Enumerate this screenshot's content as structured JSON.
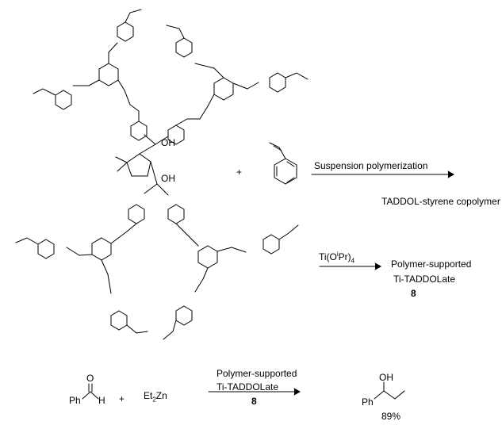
{
  "reaction1": {
    "plus": "+",
    "condition": "Suspension polymerization",
    "product": "TADDOL-styrene copolymer"
  },
  "molecule_labels": {
    "oh_top": "OH",
    "oh_bottom": "OH"
  },
  "reaction2": {
    "reagent_main": "Ti(O",
    "reagent_sup": "i",
    "reagent_tail": "Pr)",
    "reagent_sub": "4",
    "product_line1": "Polymer-supported",
    "product_line2": "Ti-TADDOLate",
    "compound_number": "8"
  },
  "reaction3": {
    "benzaldehyde_ph": "Ph",
    "benzaldehyde_h": "H",
    "benzaldehyde_o": "O",
    "plus": "+",
    "diethylzinc_main": "Et",
    "diethylzinc_sub": "2",
    "diethylzinc_tail": "Zn",
    "catalyst_line1": "Polymer-supported",
    "catalyst_line2": "Ti-TADDOLate",
    "catalyst_number": "8",
    "product_oh": "OH",
    "product_ph": "Ph",
    "yield": "89%"
  },
  "colors": {
    "ink": "#000000",
    "background": "#ffffff"
  }
}
